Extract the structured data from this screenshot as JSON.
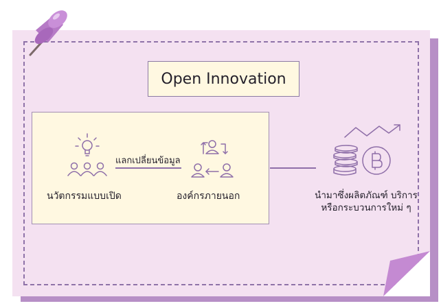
{
  "title": "Open Innovation",
  "nodes": {
    "internal": {
      "label": "นวัตกรรมแบบเปิด",
      "icon": "lightbulb-team-icon"
    },
    "external": {
      "label": "องค์กรภายนอก",
      "icon": "people-exchange-icon"
    },
    "outcome": {
      "line1": "นำมาซึ่งผลิตภัณฑ์ บริการ",
      "line2": "หรือกระบวนการใหม่ ๆ",
      "icon": "coins-growth-bitcoin-icon"
    }
  },
  "edges": {
    "exchange_label": "แลกเปลี่ยนข้อมูล"
  },
  "colors": {
    "card": "#f4e1f1",
    "card_shadow": "#b78fc6",
    "box_fill": "#fff8e1",
    "line_icon": "#8e6ea8",
    "pin": "#c38fd1"
  }
}
